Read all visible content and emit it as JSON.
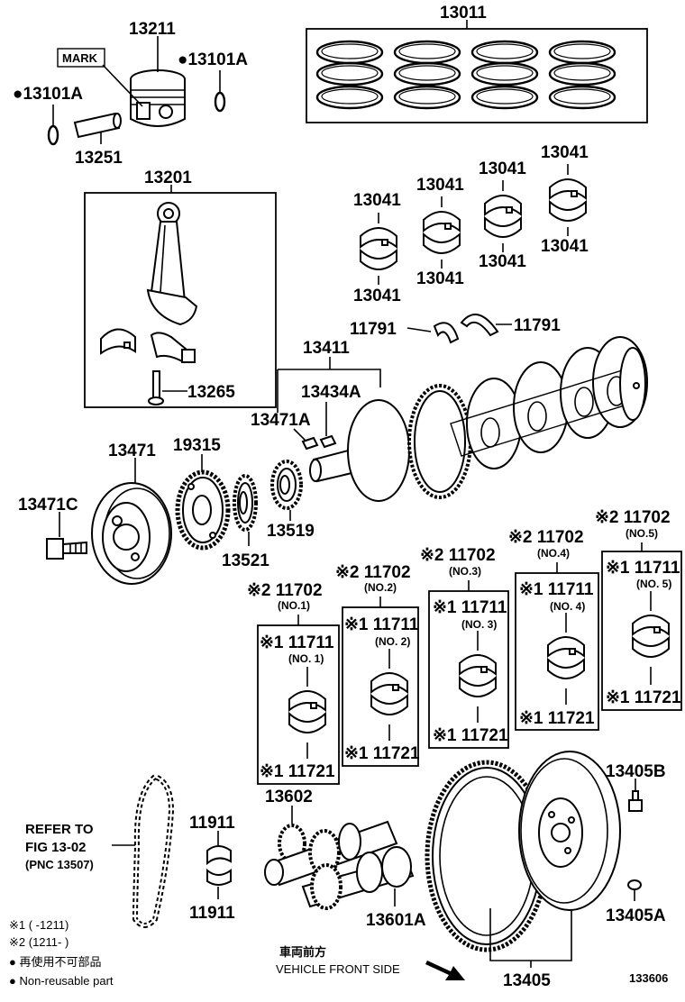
{
  "diagram": {
    "labels": {
      "p13011": "13011",
      "p13211": "13211",
      "mark": "MARK",
      "p13101a_r": "●13101A",
      "p13101a_l": "●13101A",
      "p13251": "13251",
      "p13201": "13201",
      "p13265": "13265",
      "p13041_a": "13041",
      "p13041_b": "13041",
      "p13041_c": "13041",
      "p13041_d": "13041",
      "p13041_e": "13041",
      "p13041_f": "13041",
      "p13041_g": "13041",
      "p13041_h": "13041",
      "p11791_l": "11791",
      "p11791_r": "11791",
      "p13411": "13411",
      "p13434a": "13434A",
      "p13471a": "13471A",
      "p13471": "13471",
      "p19315": "19315",
      "p13471c": "13471C",
      "p13521": "13521",
      "p13519": "13519",
      "b1_top": "※2 11702",
      "b1_no": "(NO.1)",
      "b1_upper": "※1 11711",
      "b1_upper_no": "(NO. 1)",
      "b1_lower": "※1 11721",
      "b2_top": "※2 11702",
      "b2_no": "(NO.2)",
      "b2_upper": "※1 11711",
      "b2_upper_no": "(NO. 2)",
      "b2_lower": "※1 11721",
      "b3_top": "※2 11702",
      "b3_no": "(NO.3)",
      "b3_upper": "※1 11711",
      "b3_upper_no": "(NO. 3)",
      "b3_lower": "※1 11721",
      "b4_top": "※2 11702",
      "b4_no": "(NO.4)",
      "b4_upper": "※1 11711",
      "b4_upper_no": "(NO. 4)",
      "b4_lower": "※1 11721",
      "b5_top": "※2 11702",
      "b5_no": "(NO.5)",
      "b5_upper": "※1 11711",
      "b5_upper_no": "(NO. 5)",
      "b5_lower": "※1 11721",
      "refer1": "REFER TO",
      "refer2": "FIG 13-02",
      "refer3": "(PNC 13507)",
      "p11911_t": "11911",
      "p11911_b": "11911",
      "p13602": "13602",
      "p13601a": "13601A",
      "p13405b": "13405B",
      "p13405a": "13405A",
      "p13405": "13405",
      "front_jp": "車両前方",
      "front_en": "VEHICLE FRONT SIDE",
      "fig_no": "133606"
    },
    "legend": {
      "n1": "※1 (      -1211)",
      "n2": "※2 (1211-      )",
      "nr_jp": "● 再使用不可部品",
      "nr_en": "● Non-reusable part"
    }
  }
}
